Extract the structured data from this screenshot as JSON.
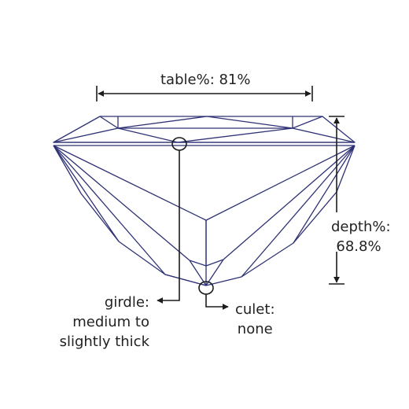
{
  "colors": {
    "outline": "#2e3274",
    "callout": "#1c1c1c",
    "text": "#222222"
  },
  "labels": {
    "table": "table%: 81%",
    "depth_line1": "depth%:",
    "depth_line2": "68.8%",
    "girdle_line1": "girdle:",
    "girdle_line2": "medium to",
    "girdle_line3": "slightly thick",
    "culet_line1": "culet:",
    "culet_line2": "none"
  }
}
